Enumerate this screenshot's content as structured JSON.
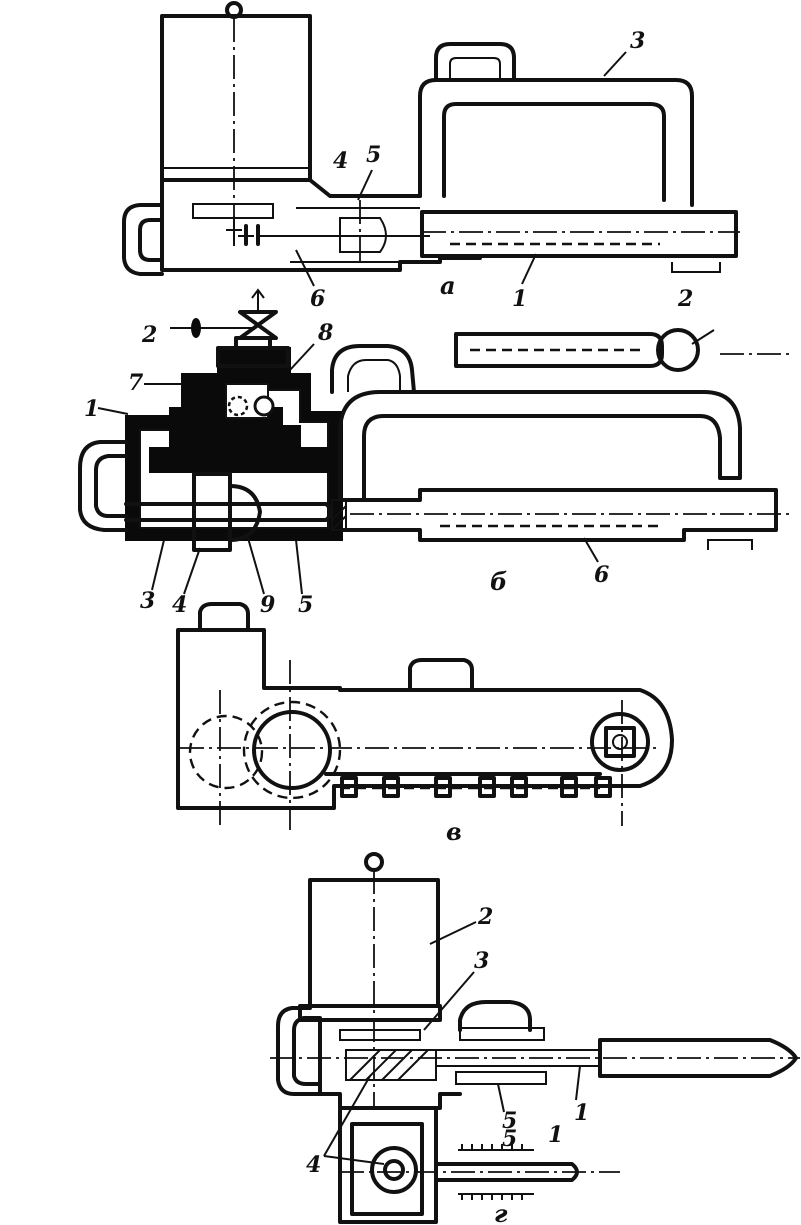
{
  "panels": [
    {
      "caption": "а",
      "labels": [
        "3",
        "4",
        "5",
        "6",
        "1",
        "2"
      ]
    },
    {
      "caption": "б",
      "labels": [
        "1",
        "2",
        "7",
        "8",
        "3",
        "4",
        "9",
        "5",
        "6"
      ]
    },
    {
      "caption": "в",
      "labels": []
    },
    {
      "caption": "г",
      "labels": [
        "2",
        "3",
        "5",
        "1",
        "4",
        "5",
        "1"
      ]
    }
  ]
}
